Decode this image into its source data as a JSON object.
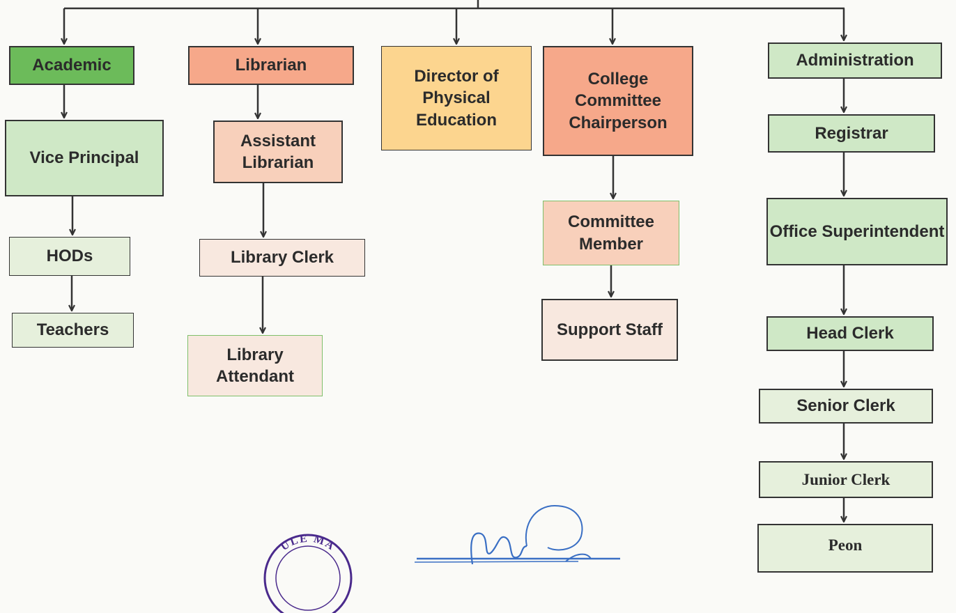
{
  "colors": {
    "dark_green": "#6cbb5a",
    "light_green": "#cfe8c6",
    "pale_green": "#e6f0dc",
    "salmon": "#f6a88a",
    "peach": "#f8d0bb",
    "pale_peach": "#f8e8df",
    "light_orange": "#fcd58f",
    "connector": "#333333",
    "seal_purple": "#4a2a8c",
    "signature_blue": "#3a6fc4"
  },
  "org_chart": {
    "academic": {
      "label": "Academic",
      "color": "dark_green"
    },
    "vice_principal": {
      "label": "Vice Principal",
      "color": "light_green"
    },
    "hods": {
      "label": "HODs",
      "color": "pale_green"
    },
    "teachers": {
      "label": "Teachers",
      "color": "pale_green"
    },
    "librarian": {
      "label": "Librarian",
      "color": "salmon"
    },
    "assistant_librarian": {
      "label": "Assistant Librarian",
      "color": "peach"
    },
    "library_clerk": {
      "label": "Library Clerk",
      "color": "pale_peach"
    },
    "library_attendant": {
      "label": "Library Attendant",
      "color": "pale_peach"
    },
    "director_pe": {
      "label": "Director of Physical Education",
      "color": "light_orange"
    },
    "committee_chair": {
      "label": "College Committee Chairperson",
      "color": "salmon"
    },
    "committee_member": {
      "label": "Committee Member",
      "color": "peach"
    },
    "support_staff": {
      "label": "Support Staff",
      "color": "pale_peach"
    },
    "administration": {
      "label": "Administration",
      "color": "light_green"
    },
    "registrar": {
      "label": "Registrar",
      "color": "light_green"
    },
    "office_superintendent": {
      "label": "Office Superintendent",
      "color": "light_green"
    },
    "head_clerk": {
      "label": "Head Clerk",
      "color": "light_green"
    },
    "senior_clerk": {
      "label": "Senior Clerk",
      "color": "pale_green"
    },
    "junior_clerk": {
      "label": "Junior Clerk",
      "color": "pale_green"
    },
    "peon": {
      "label": "Peon",
      "color": "pale_green"
    }
  },
  "seal": {
    "text": "ULE MA"
  }
}
